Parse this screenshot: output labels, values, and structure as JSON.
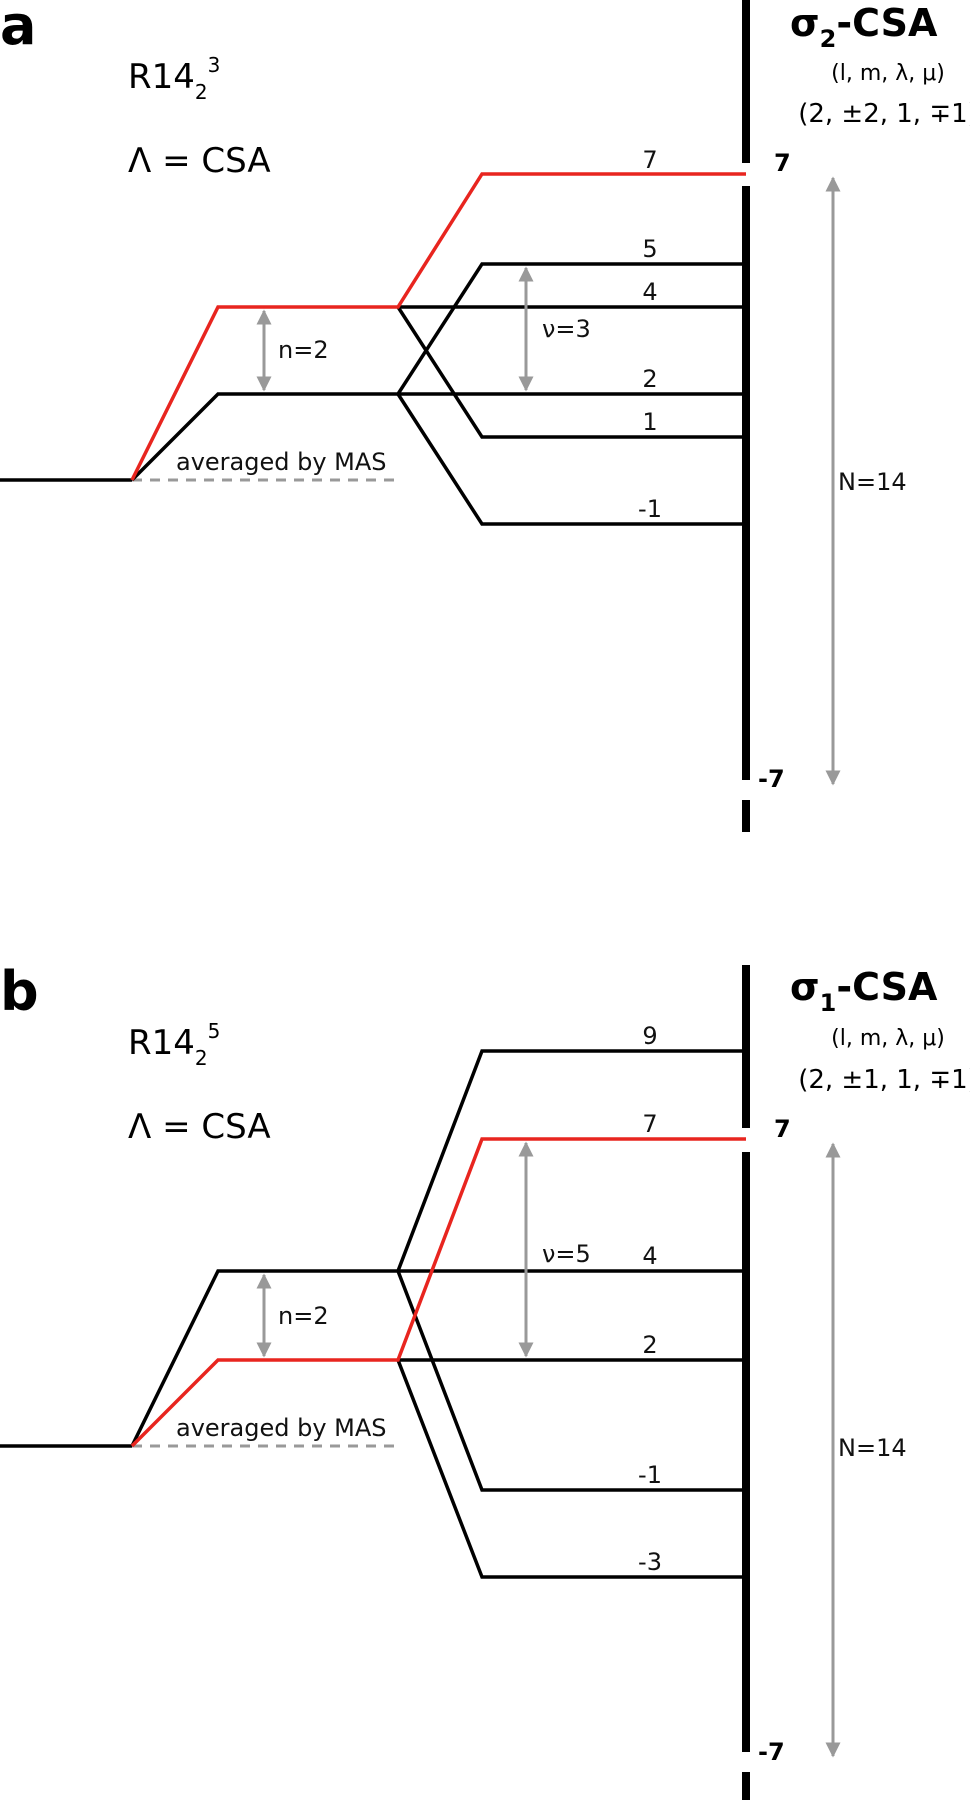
{
  "panels": [
    {
      "letter": "a",
      "sequence_base": "R14",
      "sequence_sub": "2",
      "sequence_sup": "3",
      "lambda_text": "Λ = CSA",
      "term_sym": "σ",
      "term_sub": "2",
      "term_suffix": "-CSA",
      "indices_header": "(l, m, λ, μ)",
      "indices_values": "(2, ±2, 1, ∓1)",
      "axis_top": "7",
      "axis_bottom": "-7",
      "n_label": "n=2",
      "nu_label": "ν=3",
      "N_label": "N=14",
      "mas_label": "averaged by MAS",
      "level_labels": [
        "7",
        "5",
        "4",
        "2",
        "1",
        "-1"
      ]
    },
    {
      "letter": "b",
      "sequence_base": "R14",
      "sequence_sub": "2",
      "sequence_sup": "5",
      "lambda_text": "Λ = CSA",
      "term_sym": "σ",
      "term_sub": "1",
      "term_suffix": "-CSA",
      "indices_header": "(l, m, λ, μ)",
      "indices_values": "(2, ±1, 1, ∓1)",
      "axis_top": "7",
      "axis_bottom": "-7",
      "n_label": "n=2",
      "nu_label": "ν=5",
      "N_label": "N=14",
      "mas_label": "averaged by MAS",
      "level_labels": [
        "9",
        "7",
        "4",
        "2",
        "-1",
        "-3"
      ]
    }
  ],
  "colors": {
    "line": "#000000",
    "highlight": "#e8251f",
    "arrow": "#999999",
    "dashed": "#999999"
  }
}
